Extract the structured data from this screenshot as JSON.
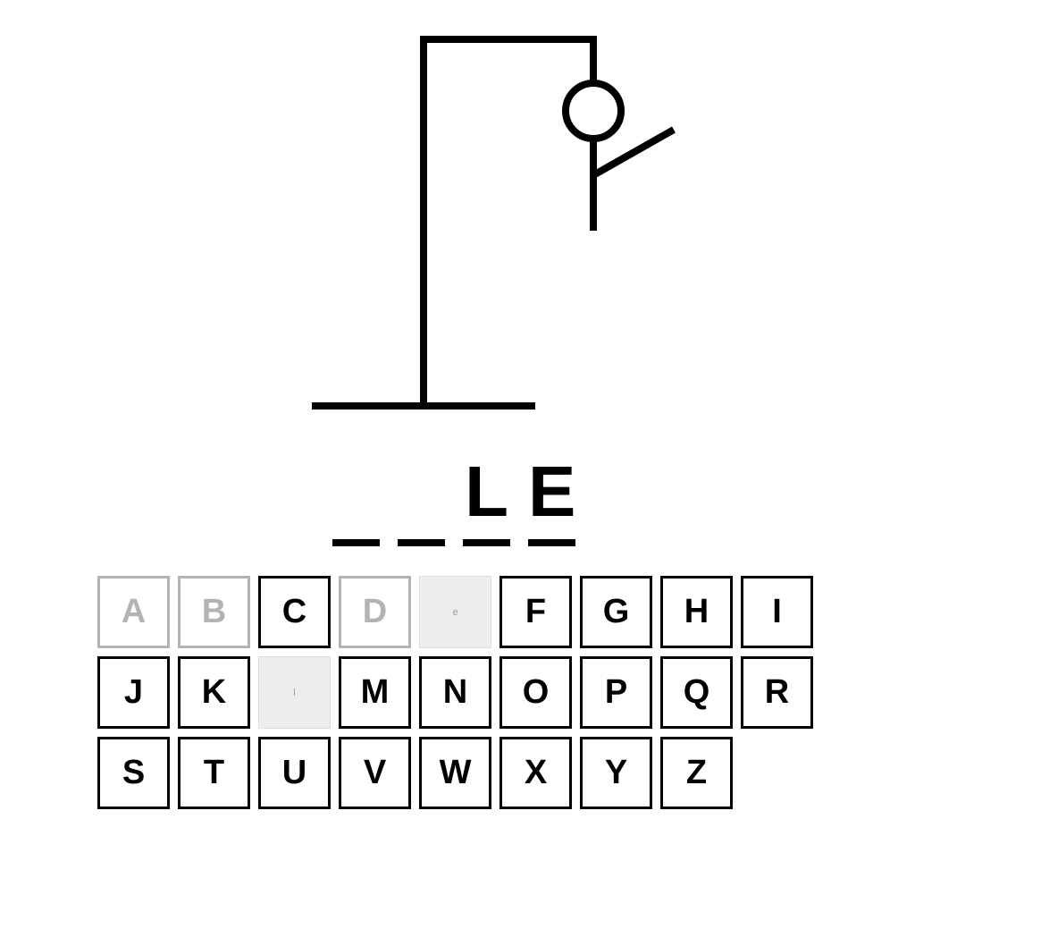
{
  "word": {
    "slots": [
      {
        "letter": ""
      },
      {
        "letter": ""
      },
      {
        "letter": "L"
      },
      {
        "letter": "E"
      }
    ]
  },
  "gallows": {
    "parts_drawn": [
      "head",
      "body",
      "right-arm"
    ]
  },
  "keyboard": {
    "keys": [
      {
        "label": "A",
        "state": "wrong"
      },
      {
        "label": "B",
        "state": "wrong"
      },
      {
        "label": "C",
        "state": "available"
      },
      {
        "label": "D",
        "state": "wrong"
      },
      {
        "label": "e",
        "state": "correct"
      },
      {
        "label": "F",
        "state": "available"
      },
      {
        "label": "G",
        "state": "available"
      },
      {
        "label": "H",
        "state": "available"
      },
      {
        "label": "I",
        "state": "available"
      },
      {
        "label": "J",
        "state": "available"
      },
      {
        "label": "K",
        "state": "available"
      },
      {
        "label": "l",
        "state": "correct"
      },
      {
        "label": "M",
        "state": "available"
      },
      {
        "label": "N",
        "state": "available"
      },
      {
        "label": "O",
        "state": "available"
      },
      {
        "label": "P",
        "state": "available"
      },
      {
        "label": "Q",
        "state": "available"
      },
      {
        "label": "R",
        "state": "available"
      },
      {
        "label": "S",
        "state": "available"
      },
      {
        "label": "T",
        "state": "available"
      },
      {
        "label": "U",
        "state": "available"
      },
      {
        "label": "V",
        "state": "available"
      },
      {
        "label": "W",
        "state": "available"
      },
      {
        "label": "X",
        "state": "available"
      },
      {
        "label": "Y",
        "state": "available"
      },
      {
        "label": "Z",
        "state": "available"
      }
    ]
  },
  "colors": {
    "ink": "#000000",
    "used_wrong": "#b3b3b3",
    "used_correct_bg": "#eeeeee"
  }
}
